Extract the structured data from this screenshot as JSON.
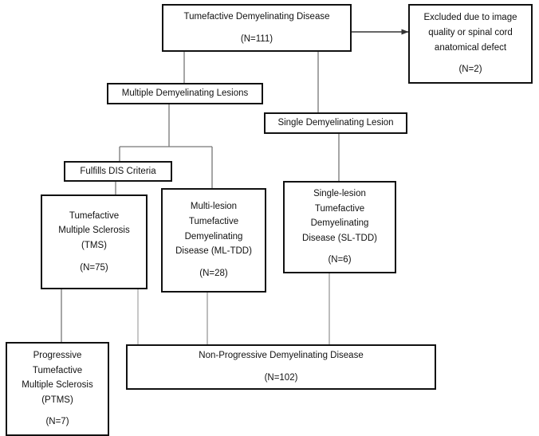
{
  "diagram": {
    "title": "Tumefactive Demyelinating Disease patient flow diagram",
    "type": "flowchart",
    "stroke_color": "#111111",
    "connector_color": "#555555",
    "background": "#ffffff"
  },
  "nodes": {
    "root": {
      "label": "Tumefactive Demyelinating Disease",
      "count": "(N=111)"
    },
    "excluded": {
      "line1": "Excluded due to image",
      "line2": "quality or spinal cord",
      "line3": "anatomical defect",
      "count": "(N=2)"
    },
    "multiple_lesions": {
      "label": "Multiple Demyelinating Lesions"
    },
    "single_lesion": {
      "label": "Single Demyelinating Lesion"
    },
    "dis_criteria": {
      "label": "Fulfills DIS Criteria"
    },
    "tms": {
      "line1": "Tumefactive",
      "line2": "Multiple Sclerosis",
      "line3": "(TMS)",
      "count": "(N=75)"
    },
    "mltdd": {
      "line1": "Multi-lesion",
      "line2": "Tumefactive",
      "line3": "Demyelinating",
      "line4": "Disease (ML-TDD)",
      "count": "(N=28)"
    },
    "sltdd": {
      "line1": "Single-lesion",
      "line2": "Tumefactive",
      "line3": "Demyelinating",
      "line4": "Disease (SL-TDD)",
      "count": "(N=6)"
    },
    "ptms": {
      "line1": "Progressive",
      "line2": "Tumefactive",
      "line3": "Multiple Sclerosis",
      "line4": "(PTMS)",
      "count": "(N=7)"
    },
    "non_progressive": {
      "label": "Non-Progressive Demyelinating Disease",
      "count": "(N=102)"
    }
  }
}
